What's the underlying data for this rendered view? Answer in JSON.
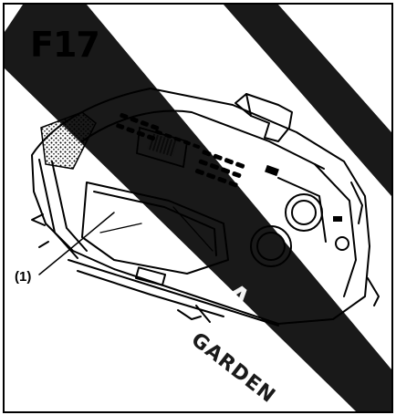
{
  "figure": {
    "label": "F17",
    "callout": "(1)"
  },
  "watermark": {
    "text": "GARDEN"
  },
  "colors": {
    "line": "#000000",
    "background": "#ffffff",
    "watermark": "#1a1a1a"
  }
}
